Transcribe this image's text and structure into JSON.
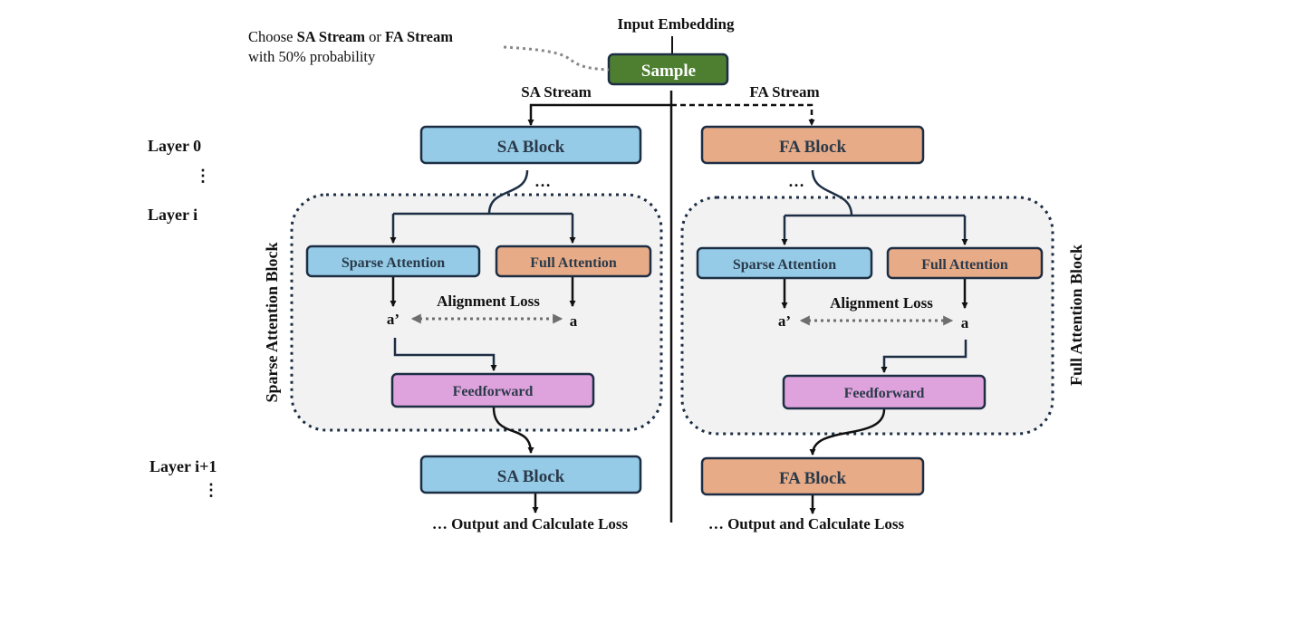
{
  "top": {
    "input_label": "Input Embedding",
    "sample_label": "Sample",
    "note_prefix": "Choose ",
    "note_sa": "SA Stream",
    "note_or": " or ",
    "note_fa": "FA Stream",
    "note_line2": "with 50% probability",
    "sa_stream": "SA Stream",
    "fa_stream": "FA Stream"
  },
  "layers": {
    "layer0": "Layer 0",
    "dots": "⋮",
    "layeri": "Layer i",
    "layeri1": "Layer i+1"
  },
  "left": {
    "block_top": "SA Block",
    "ellipsis": "…",
    "sparse": "Sparse Attention",
    "full": "Full Attention",
    "alignment": "Alignment Loss",
    "a_prime": "a’",
    "a": "a",
    "feedforward": "Feedforward",
    "block_bottom": "SA Block",
    "output": "… Output and Calculate Loss",
    "vertical_label": "Sparse Attention Block"
  },
  "right": {
    "block_top": "FA Block",
    "ellipsis": "…",
    "sparse": "Sparse Attention",
    "full": "Full Attention",
    "alignment": "Alignment Loss",
    "a_prime": "a’",
    "a": "a",
    "feedforward": "Feedforward",
    "block_bottom": "FA Block",
    "output": "… Output and Calculate Loss",
    "vertical_label": "Full Attention Block"
  },
  "colors": {
    "sa_fill": "#95CBE7",
    "fa_fill": "#E7AB87",
    "ff_fill": "#DEA3DC",
    "sample_fill": "#4E7F31",
    "stroke": "#1D2E44",
    "container_fill": "#F2F2F2",
    "alignment_arrow": "#6E6E6E"
  }
}
